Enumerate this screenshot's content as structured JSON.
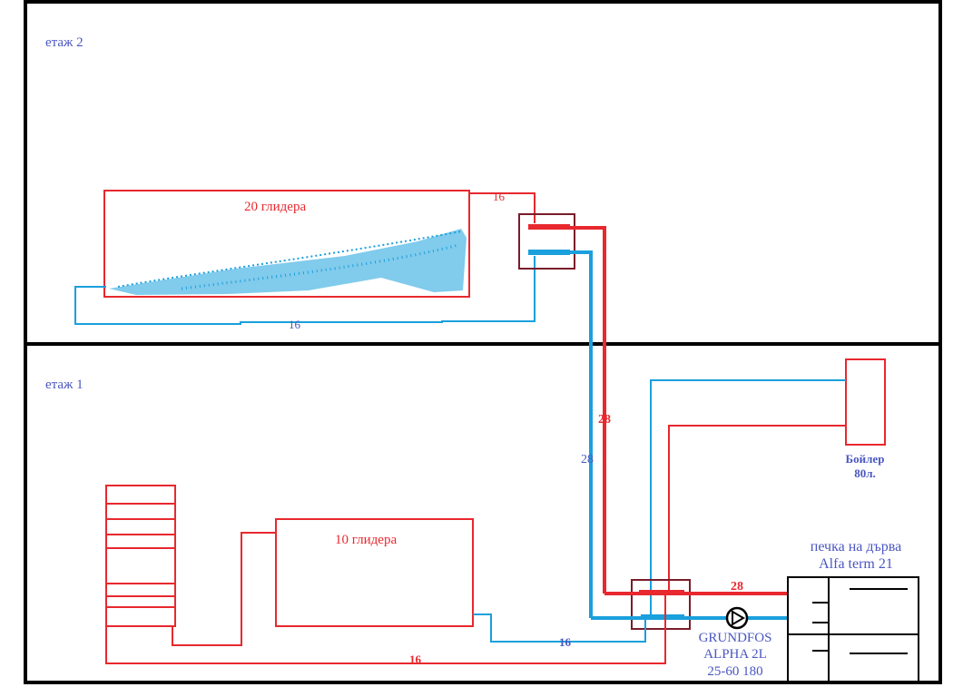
{
  "floors": {
    "upper": "етаж 2",
    "lower": "етаж 1"
  },
  "radiators": {
    "upper": "20 глидера",
    "lower": "10 глидера"
  },
  "boiler": {
    "line1": "Бойлер",
    "line2": "80л."
  },
  "stove": {
    "line1": "печка на дърва",
    "line2": "Alfa term 21"
  },
  "pump": {
    "line1": "GRUNDFOS",
    "line2": "ALPHA 2L",
    "line3": "25-60 180"
  },
  "pipes": {
    "upper_supply": "16",
    "upper_return": "16",
    "riser_supply": "28",
    "riser_return": "28",
    "main_supply": "28",
    "lower_return": "16",
    "lower_supply": "16"
  },
  "colors": {
    "supply": "#e8282e",
    "return": "#1aa0dc",
    "manifold": "#7a1c2a",
    "floor_label": "#4a56c0",
    "wall": "#000000"
  }
}
